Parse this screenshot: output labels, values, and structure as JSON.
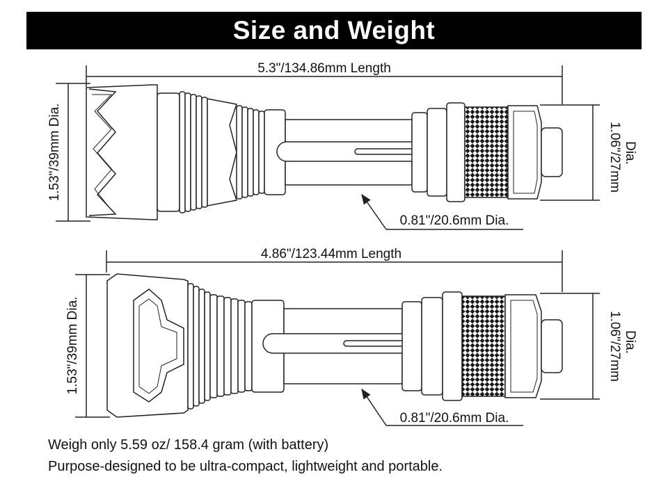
{
  "title": "Size and Weight",
  "colors": {
    "title_bg": "#000000",
    "title_fg": "#ffffff",
    "line": "#222222"
  },
  "diagram_top": {
    "length_label": "5.3\"/134.86mm Length",
    "head_dia_label": "1.53\"/39mm Dia.",
    "tail_dia_label_line1": "1.06\"/27mm",
    "tail_dia_label_line2": "Dia.",
    "body_dia_label": "0.81\"/20.6mm Dia."
  },
  "diagram_bottom": {
    "length_label": "4.86\"/123.44mm Length",
    "head_dia_label": "1.53\"/39mm Dia.",
    "tail_dia_label_line1": "1.06\"/27mm",
    "tail_dia_label_line2": "Dia.",
    "body_dia_label": "0.81\"/20.6mm Dia."
  },
  "footer": {
    "line1": "Weigh only 5.59 oz/ 158.4 gram (with battery)",
    "line2": "Purpose-designed to be ultra-compact, lightweight and portable."
  }
}
